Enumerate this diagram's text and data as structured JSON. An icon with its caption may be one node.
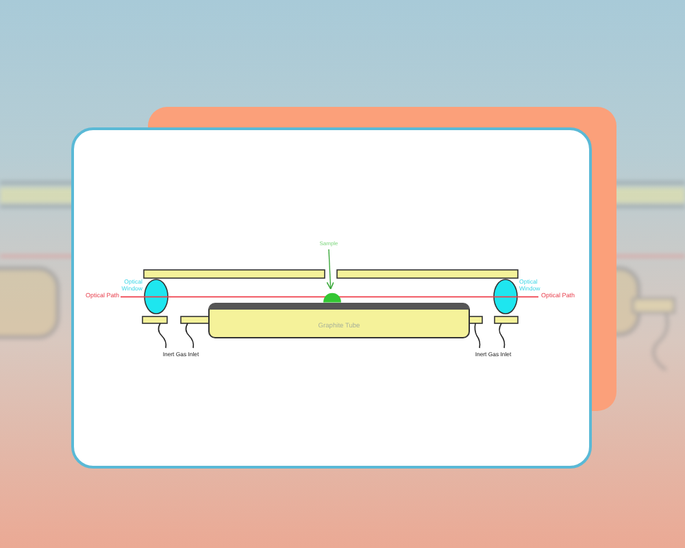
{
  "diagram": {
    "nodes": [
      {
        "text": [
          "Sample"
        ]
      },
      {
        "text": [],
        "shape": "circle"
      },
      {
        "text": [
          "Graphite Tube"
        ]
      }
    ],
    "edges": [
      {
        "from": 0,
        "to": 1,
        "arrow": "to"
      }
    ],
    "labels": [
      "Optical Window",
      "Optical Window",
      "Optical Path",
      "Optical Path",
      "Inert Gas Inlet",
      "Inert Gas Inlet"
    ]
  }
}
